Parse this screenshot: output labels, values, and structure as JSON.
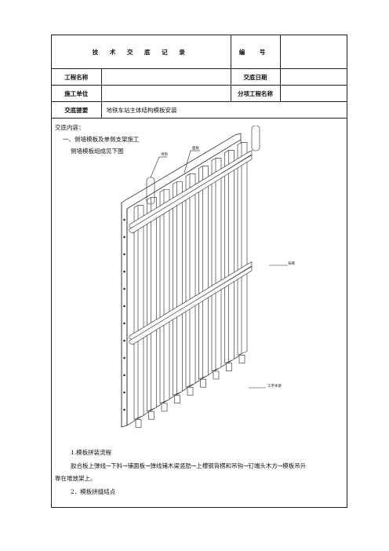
{
  "header": {
    "title": "技 术 交 底 记 录",
    "number_label": "编  号",
    "number_value": "",
    "project_name_label": "工程名称",
    "project_name_value": "",
    "date_label": "交底日期",
    "date_value": "",
    "unit_label": "施工单位",
    "unit_value": "",
    "sub_project_label": "分项工程名称",
    "sub_project_value": "",
    "summary_label": "交底提要",
    "summary_value": "地铁车站主体结构模板安装"
  },
  "content": {
    "heading": "交底内容：",
    "section1": "一、侧墙模板及单侧支架施工",
    "sub1": "侧墙模板组成见下图",
    "item1_title": "1.模板拼装流程",
    "item1_text_line1": "胶合板上弹线→下料→铺面板→弹线铺木梁竖肋→上槽钢背楞和吊钩→钉端头木方→模板吊升",
    "item1_text_line2": "靠在堆放架上。",
    "item2_title": "2．模板拼缝结点"
  },
  "figure": {
    "label_hook": "吊钩",
    "label_face": "面板",
    "label_beam": "背楞",
    "label_wood": "工字木梁"
  }
}
